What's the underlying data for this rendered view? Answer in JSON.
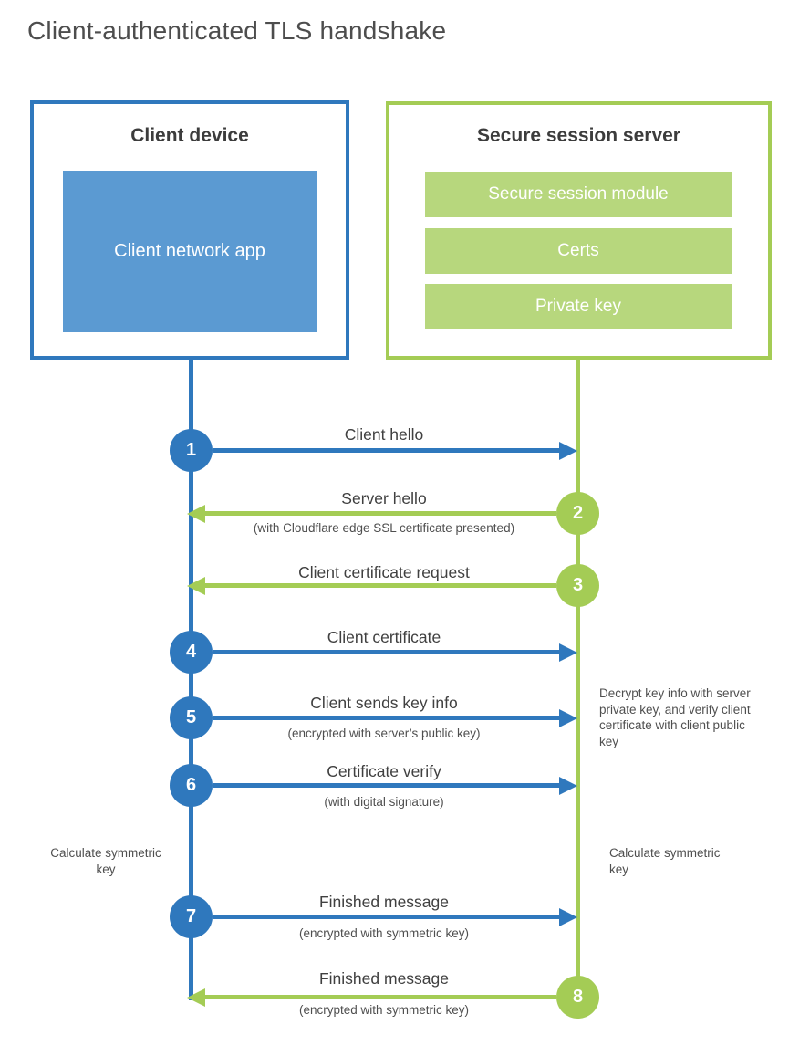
{
  "title": "Client-authenticated TLS handshake",
  "client_box": {
    "heading": "Client device",
    "app_label": "Client network app"
  },
  "server_box": {
    "heading": "Secure session server",
    "modules": [
      "Secure session module",
      "Certs",
      "Private key"
    ]
  },
  "steps": [
    {
      "num": "1",
      "actor": "client",
      "direction": "right",
      "label": "Client hello",
      "sublabel": ""
    },
    {
      "num": "2",
      "actor": "server",
      "direction": "left",
      "label": "Server hello",
      "sublabel": "(with Cloudflare edge SSL certificate presented)"
    },
    {
      "num": "3",
      "actor": "server",
      "direction": "left",
      "label": "Client certificate request",
      "sublabel": ""
    },
    {
      "num": "4",
      "actor": "client",
      "direction": "right",
      "label": "Client certificate",
      "sublabel": ""
    },
    {
      "num": "5",
      "actor": "client",
      "direction": "right",
      "label": "Client sends key info",
      "sublabel": "(encrypted with server’s public key)"
    },
    {
      "num": "6",
      "actor": "client",
      "direction": "right",
      "label": "Certificate verify",
      "sublabel": "(with digital signature)"
    },
    {
      "num": "7",
      "actor": "client",
      "direction": "right",
      "label": "Finished message",
      "sublabel": "(encrypted with symmetric key)"
    },
    {
      "num": "8",
      "actor": "server",
      "direction": "left",
      "label": "Finished message",
      "sublabel": "(encrypted with symmetric key)"
    }
  ],
  "annotations": {
    "server_note": "Decrypt key info with server private key, and verify client certificate with client public key",
    "client_calc_note": "Calculate symmetric key",
    "server_calc_note": "Calculate symmetric key"
  },
  "colors": {
    "client_blue": "#2f78bd",
    "client_fill_blue": "#5b9ad2",
    "server_green": "#a4cc55",
    "server_fill_green": "#b7d77d"
  }
}
